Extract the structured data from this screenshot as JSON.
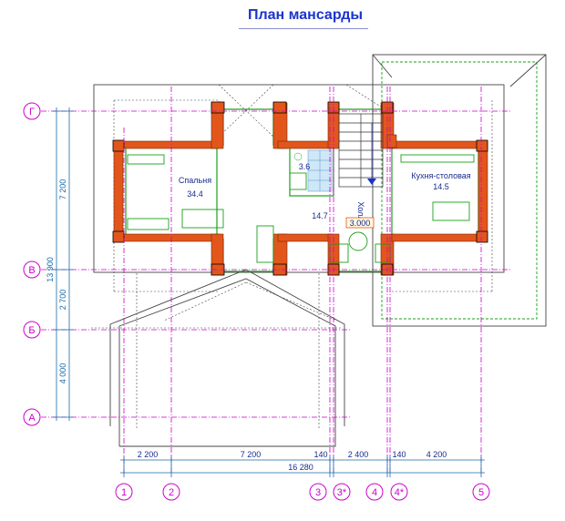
{
  "title": "План мансарды",
  "rooms": [
    {
      "name": "Спальня",
      "area": "34.4"
    },
    {
      "name": "Кухня-столовая",
      "area": "14.5"
    },
    {
      "name": "Холл",
      "area": "14.7"
    },
    {
      "name": "",
      "area": "3.6"
    }
  ],
  "level_mark": "3.000",
  "axes_rows": [
    "Г",
    "В",
    "Б",
    "А"
  ],
  "axes_cols": [
    "1",
    "2",
    "3",
    "3*",
    "4",
    "4*",
    "5"
  ],
  "dims_vertical": [
    "7 200",
    "2 700",
    "4 000"
  ],
  "dim_vertical_total": "13 900",
  "dims_horizontal": [
    "2 200",
    "7 200",
    "140",
    "2 400",
    "140",
    "4 200"
  ],
  "dim_horizontal_total": "16 280",
  "colors": {
    "title": "#1a33cc",
    "axis": "#cc00cc",
    "dimension": "#1a6aa8",
    "wall": "#e2561c",
    "window": "#1aa01a"
  }
}
